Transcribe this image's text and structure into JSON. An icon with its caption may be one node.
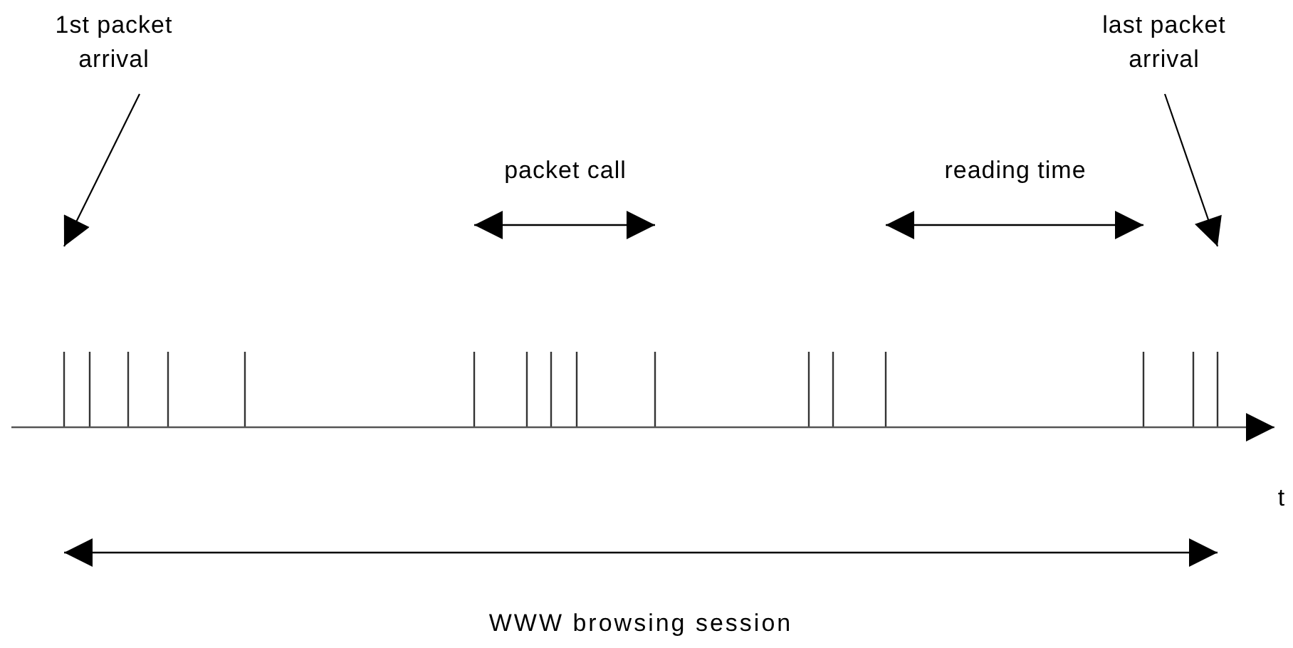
{
  "diagram": {
    "nodes": [
      {
        "text": [
          "1st packet arrival"
        ]
      },
      {
        "text": [
          "last packet arrival"
        ]
      }
    ],
    "edges": [
      {
        "from": 0,
        "to": null,
        "arrow": "to"
      },
      {
        "from": 1,
        "to": null,
        "arrow": "to"
      }
    ],
    "labels": [
      "packet call",
      "reading time",
      "t",
      "WWW browsing session"
    ]
  }
}
